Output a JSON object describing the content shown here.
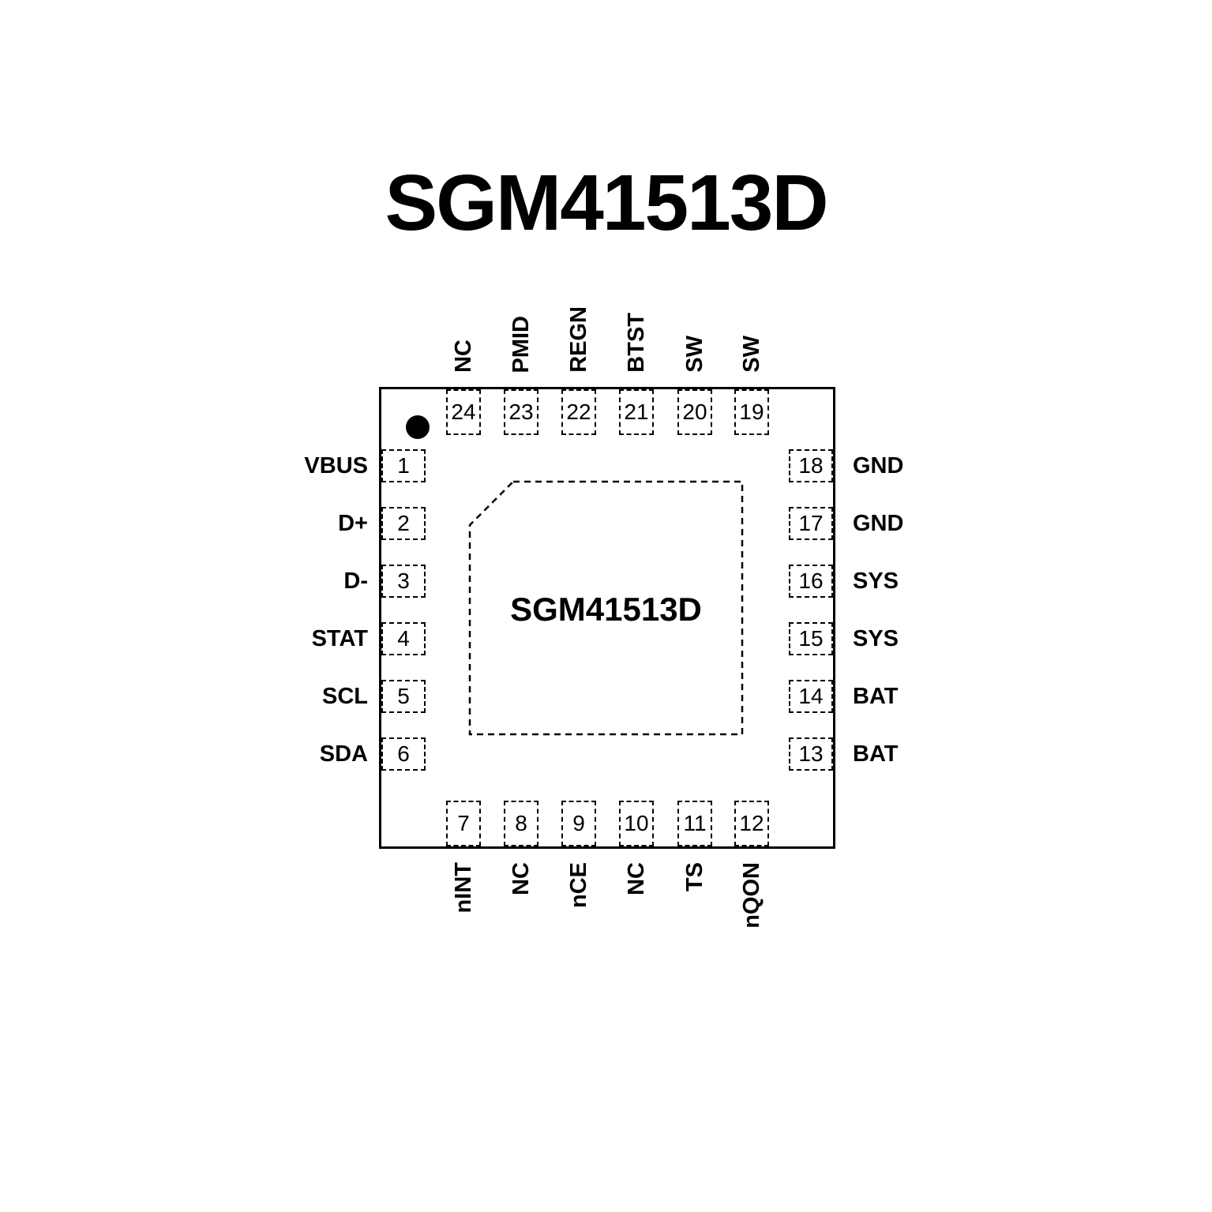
{
  "title": "SGM41513D",
  "chip": {
    "center_label": "SGM41513D"
  },
  "pins": {
    "top": [
      {
        "number": "24",
        "label": "NC"
      },
      {
        "number": "23",
        "label": "PMID"
      },
      {
        "number": "22",
        "label": "REGN"
      },
      {
        "number": "21",
        "label": "BTST"
      },
      {
        "number": "20",
        "label": "SW"
      },
      {
        "number": "19",
        "label": "SW"
      }
    ],
    "left": [
      {
        "number": "1",
        "label": "VBUS"
      },
      {
        "number": "2",
        "label": "D+"
      },
      {
        "number": "3",
        "label": "D-"
      },
      {
        "number": "4",
        "label": "STAT"
      },
      {
        "number": "5",
        "label": "SCL"
      },
      {
        "number": "6",
        "label": "SDA"
      }
    ],
    "right": [
      {
        "number": "18",
        "label": "GND"
      },
      {
        "number": "17",
        "label": "GND"
      },
      {
        "number": "16",
        "label": "SYS"
      },
      {
        "number": "15",
        "label": "SYS"
      },
      {
        "number": "14",
        "label": "BAT"
      },
      {
        "number": "13",
        "label": "BAT"
      }
    ],
    "bottom": [
      {
        "number": "7",
        "label": "nINT"
      },
      {
        "number": "8",
        "label": "NC"
      },
      {
        "number": "9",
        "label": "nCE"
      },
      {
        "number": "10",
        "label": "NC"
      },
      {
        "number": "11",
        "label": "TS"
      },
      {
        "number": "12",
        "label": "nQON"
      }
    ]
  },
  "colors": {
    "line": "#000000",
    "background": "#ffffff"
  }
}
